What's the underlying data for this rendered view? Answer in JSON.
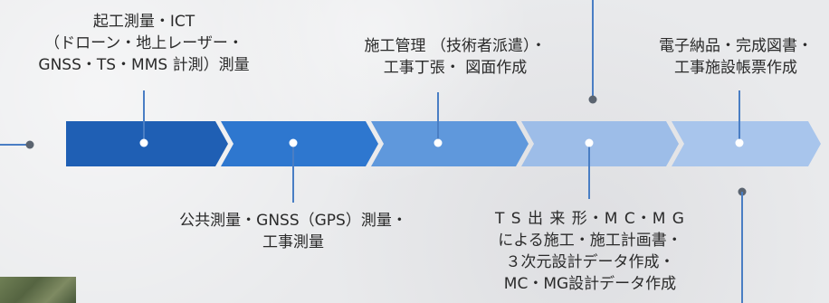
{
  "colors": {
    "chevrons": [
      "#1f5fb4",
      "#2e77cf",
      "#5f98dc",
      "#9dbde8",
      "#a8c5ec"
    ],
    "connector": "#4a7ec4",
    "dot_white": "#ffffff",
    "dot_dark": "#5b6470"
  },
  "steps": {
    "survey": [
      "起工測量・ICT",
      "（ドローン・地上レーザー・",
      "GNSS・TS・MMS 計測）測量"
    ],
    "gnss": [
      "公共測量・GNSS（GPS）測量・",
      "工事測量"
    ],
    "management": [
      "施工管理 （技術者派遣）・",
      "工事丁張・ 図面作成"
    ],
    "ts": [
      "T S 出 来 形・M C・M G",
      "による施工・施工計画書・",
      "３次元設計データ作成・",
      "MC・MG設計データ作成"
    ],
    "delivery": [
      "電子納品・完成図書・",
      "工事施設帳票作成"
    ]
  }
}
